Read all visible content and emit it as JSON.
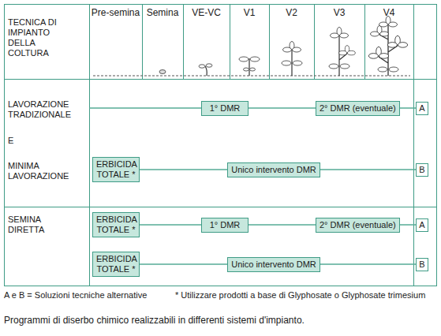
{
  "diagram": {
    "caption": "Programmi di diserbo chimico realizzabili in differenti sistemi d'impianto.",
    "nodes": [
      {
        "text": [
          "1° DMR"
        ]
      },
      {
        "text": [
          "2° DMR (eventuale)"
        ]
      },
      {
        "text": [
          "A"
        ]
      },
      {
        "text": [
          "ERBICIDA TOTALE *"
        ]
      },
      {
        "text": [
          "Unico intervento DMR"
        ]
      },
      {
        "text": [
          "B"
        ]
      },
      {
        "text": [
          "ERBICIDA TOTALE *"
        ]
      },
      {
        "text": [
          "1° DMR"
        ]
      },
      {
        "text": [
          "2° DMR (eventuale)"
        ]
      },
      {
        "text": [
          "A"
        ]
      },
      {
        "text": [
          "ERBICIDA TOTALE *"
        ]
      },
      {
        "text": [
          "Unico intervento DMR"
        ]
      },
      {
        "text": [
          "B"
        ]
      }
    ],
    "edges": [
      {
        "from": 0,
        "to": 1,
        "arrow": "none"
      },
      {
        "from": 1,
        "to": 2,
        "arrow": "none"
      },
      {
        "from": 3,
        "to": 4,
        "arrow": "none"
      },
      {
        "from": 4,
        "to": 5,
        "arrow": "none"
      },
      {
        "from": 6,
        "to": 7,
        "arrow": "none"
      },
      {
        "from": 7,
        "to": 8,
        "arrow": "none"
      },
      {
        "from": 8,
        "to": 9,
        "arrow": "none"
      },
      {
        "from": 10,
        "to": 11,
        "arrow": "none"
      },
      {
        "from": 11,
        "to": 12,
        "arrow": "none"
      }
    ],
    "labels": [
      "TECNICA DI IMPIANTO DELLA COLTURA",
      "Pre-semina",
      "Semina",
      "VE-VC",
      "V1",
      "V2",
      "V3",
      "V4",
      "LAVORAZIONE TRADIZIONALE",
      "E",
      "MINIMA LAVORAZIONE",
      "SEMINA DIRETTA",
      "A e B = Soluzioni tecniche alternative",
      "* Utilizzare prodotti a base di Glyphosate o Glyphosate trimesium"
    ]
  }
}
